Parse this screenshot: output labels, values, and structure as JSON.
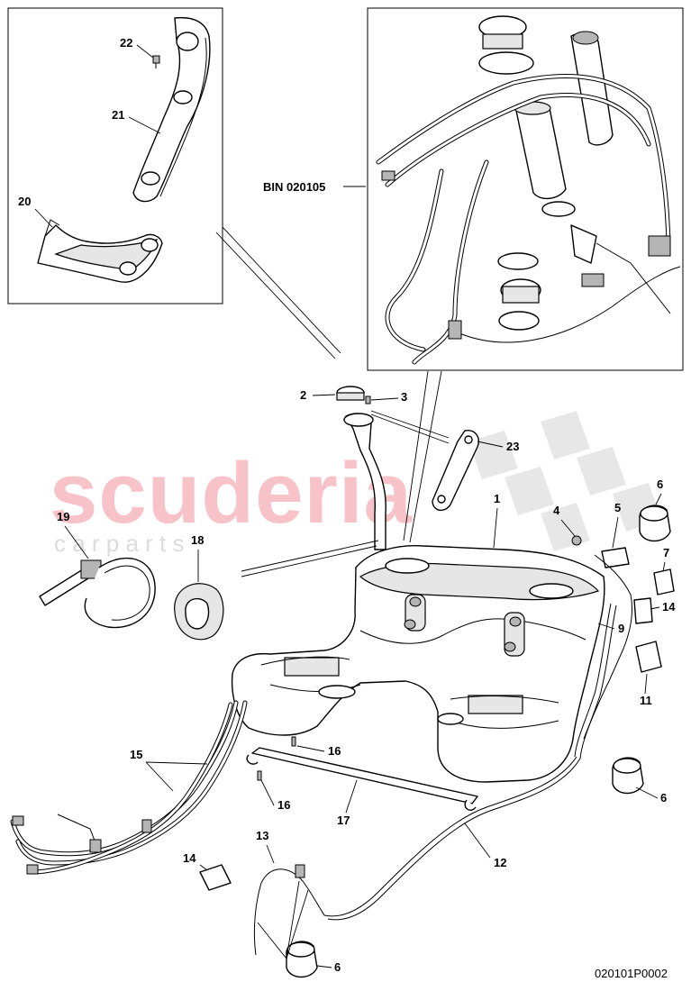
{
  "watermark": {
    "brand": "scuderia",
    "sub": "c a r   p a r t s"
  },
  "inset_reference": "BIN 020105",
  "drawing_number": "020101P0002",
  "callouts": {
    "c1": "1",
    "c2": "2",
    "c3": "3",
    "c4": "4",
    "c5": "5",
    "c6a": "6",
    "c6b": "6",
    "c6c": "6",
    "c7": "7",
    "c9": "9",
    "c11": "11",
    "c12": "12",
    "c13": "13",
    "c14a": "14",
    "c14b": "14",
    "c15": "15",
    "c16a": "16",
    "c16b": "16",
    "c17": "17",
    "c18": "18",
    "c19": "19",
    "c20": "20",
    "c21": "21",
    "c22": "22",
    "c23": "23"
  }
}
